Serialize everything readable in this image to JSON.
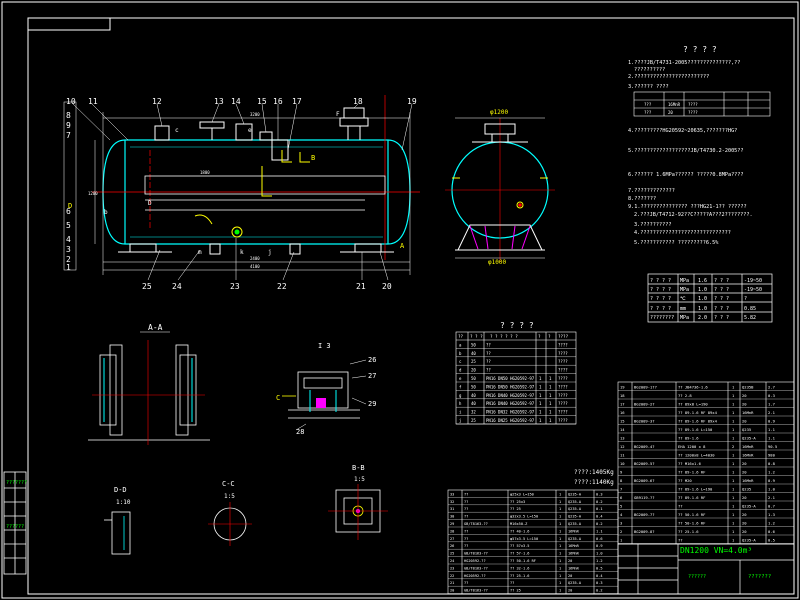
{
  "colors": {
    "background": "#000000",
    "frame": "#ffffff",
    "outline": "#00ffff",
    "centerline": "#ff0000",
    "text": "#ffffff",
    "annotation": "#ffff00",
    "magenta": "#ff00ff",
    "green": "#00ff00"
  },
  "elevation_callouts_top": [
    "10",
    "11",
    "12",
    "13",
    "14",
    "15",
    "16",
    "17",
    "18",
    "19"
  ],
  "elevation_callouts_left": [
    "8",
    "9",
    "7",
    "6",
    "5",
    "4",
    "3",
    "2",
    "1"
  ],
  "elevation_callouts_bottom": [
    "25",
    "24",
    "23",
    "22",
    "21",
    "20"
  ],
  "side_view": {
    "top_label": "φ1200",
    "bottom_label": "φ1000"
  },
  "tech_notes": {
    "title": "? ? ? ?",
    "lines": [
      "1.????JB/T4731-2005??????????????,??",
      "??????????",
      "2.????????????????????????",
      "3.?????? ????",
      "4.?????????HG20592~20635,???????HG?",
      "5.??????????????????JB/T4730.2-2005??",
      "6.?????? 1.6MPa?????? ?????0.8MPa????",
      "7.?????????????",
      "8.???????",
      "9.1.??????????????? ???HG21-1?? ??????",
      "2.???JB/T4712-92??C?????A???2????????.",
      "3.??????????",
      "4.?????????????????????????????",
      "5.??????????? ?????????6.5%"
    ]
  },
  "design_table": {
    "rows": [
      [
        "? ? ? ?",
        "MPa",
        "1.6",
        "? ? ?",
        "-19~50"
      ],
      [
        "? ? ? ?",
        "MPa",
        "1.0",
        "? ? ?",
        "-19~50"
      ],
      [
        "? ? ? ?",
        "℃",
        "1.0",
        "? ? ?",
        "?"
      ],
      [
        "? ? ? ?",
        "mm",
        "1.0",
        "? ? ?",
        "0.85"
      ],
      [
        "????????",
        "MPa",
        "2.0",
        "? ? ?",
        "5.82"
      ]
    ]
  },
  "nozzle_table": {
    "title": "? ? ? ?",
    "header": [
      "??",
      "? ? ?",
      "? ? ? ? ? ?",
      "?",
      "?",
      "????"
    ],
    "rows": [
      [
        "a",
        "50",
        "??",
        "",
        "",
        "????"
      ],
      [
        "b",
        "40",
        "??",
        "",
        "",
        "????"
      ],
      [
        "c",
        "25",
        "??",
        "",
        "",
        "????"
      ],
      [
        "d",
        "20",
        "??",
        "",
        "",
        "????"
      ],
      [
        "e",
        "50",
        "PN16 DN50 HG20592-97",
        "1",
        "1",
        "????"
      ],
      [
        "f",
        "50",
        "PN16 DN50 HG20592-97",
        "1",
        "1",
        "????"
      ],
      [
        "g",
        "40",
        "PN16 DN40 HG20592-97",
        "1",
        "1",
        "????"
      ],
      [
        "h",
        "40",
        "PN16 DN40 HG20592-97",
        "1",
        "1",
        "????"
      ],
      [
        "i",
        "32",
        "PN16 DN32 HG20592-97",
        "1",
        "1",
        "????"
      ],
      [
        "j",
        "25",
        "PN16 DN25 HG20592-97",
        "1",
        "1",
        "????"
      ]
    ]
  },
  "weights": {
    "line1": "????:1405Kg",
    "line2": "????:1140Kg"
  },
  "views": {
    "aa": {
      "title": "A-A"
    },
    "i3": {
      "title": "I 3",
      "callouts": [
        "26",
        "27",
        "28",
        "29"
      ]
    },
    "dd": {
      "title": "D-D",
      "scale": "1:10"
    },
    "cc": {
      "title": "C-C",
      "scale": "1:5"
    },
    "bb": {
      "title": "B-B",
      "scale": "1:5"
    }
  },
  "bom": {
    "rows": [
      [
        "19",
        "BG2009-1??",
        "?? JB4736-1.6",
        "1",
        "Q235B",
        "2.7"
      ],
      [
        "18",
        "",
        "?? 2-8",
        "1",
        "20",
        "0.3"
      ],
      [
        "17",
        "BG2009-2?",
        "?? 89x8 L=190",
        "1",
        "20",
        "1.7"
      ],
      [
        "16",
        "",
        "?? 89-1.6 RF 89x4",
        "1",
        "16MnR",
        "2.1"
      ],
      [
        "15",
        "BG2009-3?",
        "?? 89-1.6 RF 89x4",
        "1",
        "20",
        "0.9"
      ],
      [
        "14",
        "",
        "?? 89-1.6 L=150",
        "1",
        "Q235",
        "1.1"
      ],
      [
        "13",
        "",
        "?? 89-1.6",
        "1",
        "Q235-A",
        "1.1"
      ],
      [
        "12",
        "BG2009-4?",
        "EHA 1200 x 8",
        "2",
        "16MnR",
        "90.5"
      ],
      [
        "11",
        "",
        "?? 1200x8 L=4030",
        "1",
        "16MnR",
        "980"
      ],
      [
        "10",
        "BG2009-5?",
        "?? M16x1.6",
        "1",
        "20",
        "0.8"
      ],
      [
        "9",
        "",
        "?? 89-1.6 RF",
        "1",
        "20",
        "1.2"
      ],
      [
        "8",
        "BG2009-6?",
        "?? M20",
        "1",
        "16MnR",
        "0.9"
      ],
      [
        "7",
        "",
        "?? 89-1.6 L=190",
        "1",
        "Q235",
        "1.0"
      ],
      [
        "6",
        "GB9119-??",
        "?? 89-1.6 RF",
        "1",
        "20",
        "2.1"
      ],
      [
        "5",
        "",
        "??",
        "1",
        "Q235-A",
        "0.7"
      ],
      [
        "4",
        "BG2009-7?",
        "?? 50-1.6 RF",
        "1",
        "20",
        "1.3"
      ],
      [
        "3",
        "",
        "?? 50-1.6 RF",
        "1",
        "20",
        "1.2"
      ],
      [
        "2",
        "BG2009-8?",
        "?? 25-1.6",
        "1",
        "20",
        "0.6"
      ],
      [
        "1",
        "",
        "??",
        "1",
        "Q235-A",
        "0.5"
      ]
    ]
  },
  "bom_lower": {
    "rows": [
      [
        "33",
        "??",
        "φ25x3 L=150",
        "1",
        "Q235-A",
        "0.3"
      ],
      [
        "32",
        "??",
        "?? 25x3",
        "1",
        "Q235-A",
        "0.2"
      ],
      [
        "31",
        "??",
        "?? 25",
        "1",
        "Q235-A",
        "0.1"
      ],
      [
        "30",
        "??",
        "φ32x3.5 L=150",
        "1",
        "Q235-A",
        "0.4"
      ],
      [
        "29",
        "GB/T8163-??",
        "M16x50-Z",
        "1",
        "Q235-A",
        "0.2"
      ],
      [
        "28",
        "??",
        "?? 40-1.6",
        "1",
        "16MnR",
        "1.1"
      ],
      [
        "27",
        "??",
        "φ57x3.5 L=150",
        "1",
        "Q235-A",
        "0.6"
      ],
      [
        "26",
        "??",
        "?? 57x3.5",
        "1",
        "16MnR",
        "0.9"
      ],
      [
        "25",
        "GB/T8163-??",
        "?? 57-1.6",
        "1",
        "16MnR",
        "1.0"
      ],
      [
        "24",
        "HG20592-??",
        "?? 50-1.6 RF",
        "1",
        "20",
        "1.2"
      ],
      [
        "23",
        "GB/T8163-??",
        "?? 32-1.6",
        "1",
        "16MnR",
        "0.5"
      ],
      [
        "22",
        "HG20592-??",
        "?? 25-1.6",
        "1",
        "20",
        "0.4"
      ],
      [
        "21",
        "??",
        "??",
        "1",
        "Q235-A",
        "0.3"
      ],
      [
        "20",
        "GB/T8163-??",
        "?? 25",
        "1",
        "20",
        "0.2"
      ]
    ]
  },
  "title_block": {
    "name": "DN1200 VN=4.0m³",
    "company": "???????",
    "drawing_no": "??????"
  },
  "left_strip": {
    "labels": [
      "???????",
      "??????"
    ]
  }
}
